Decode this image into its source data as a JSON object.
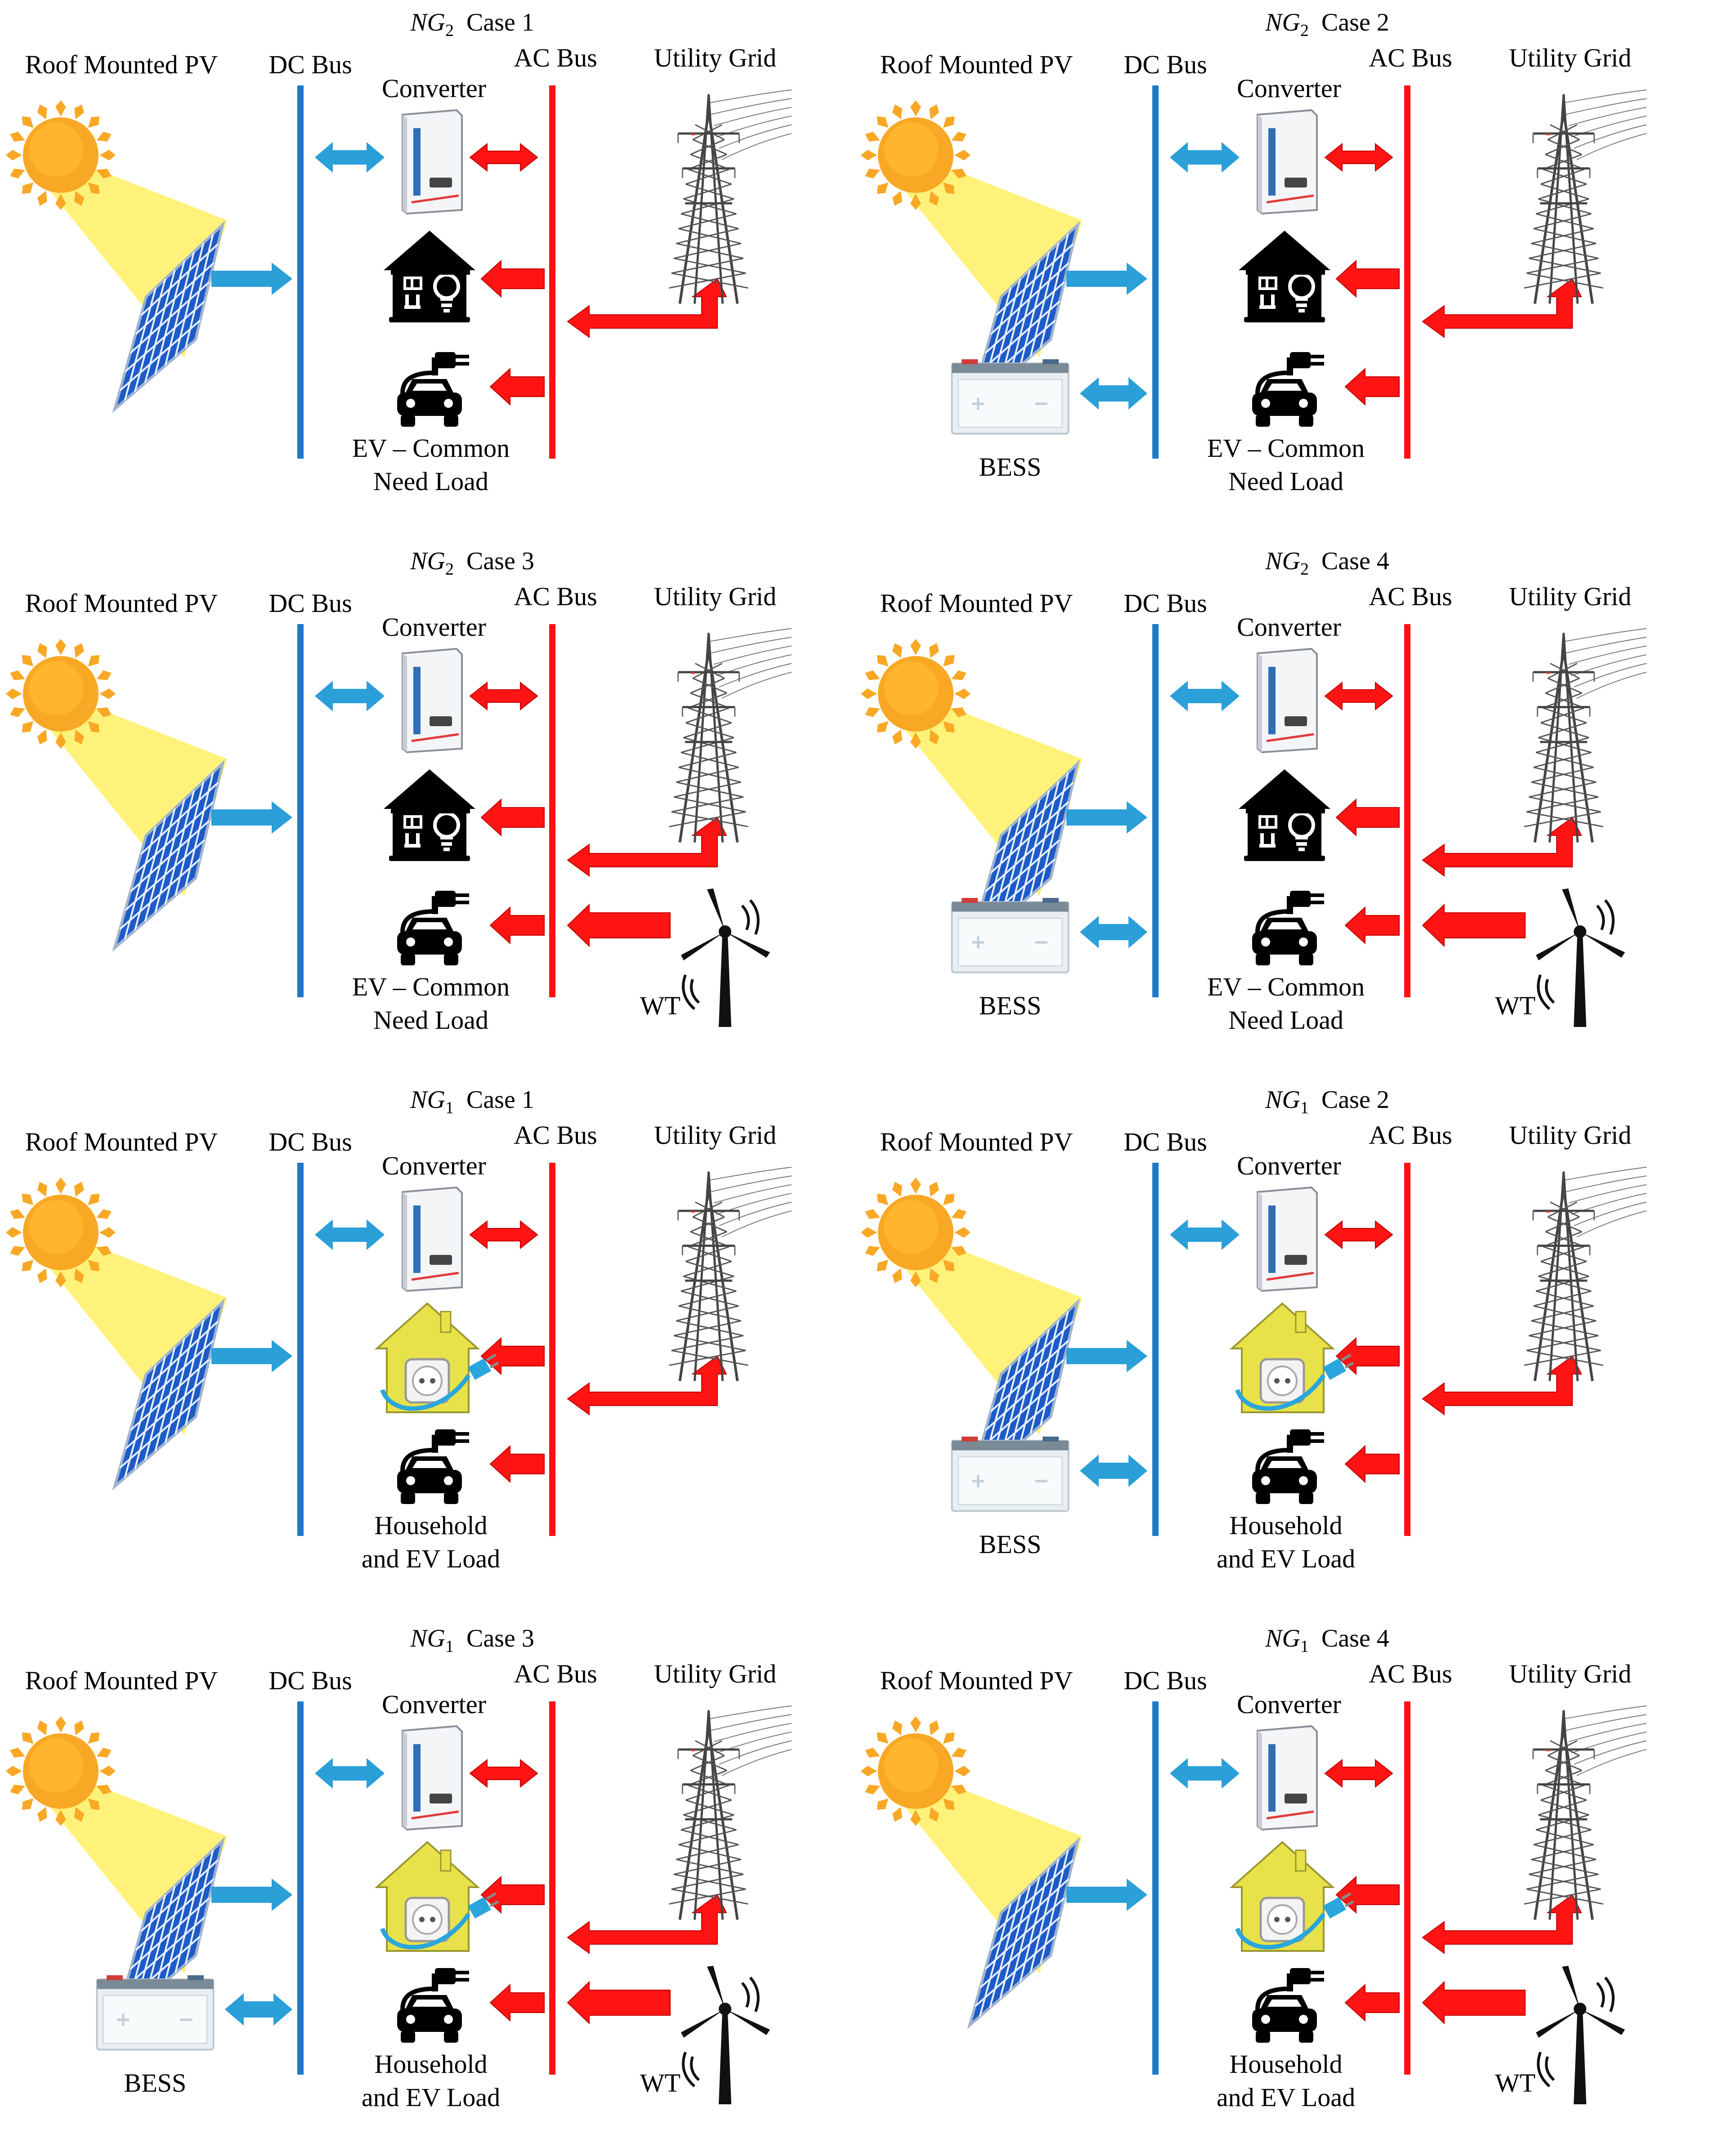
{
  "colors": {
    "dc_bus": "#1f78c8",
    "ac_bus": "#ff1010",
    "blue_arrow": "#2a9fd8",
    "red_arrow": "#ff1414",
    "sun": "#f9a825",
    "sun_beam": "#fff27a",
    "pv_panel": "#1e5bc6",
    "house_icon": "#000000",
    "socket_house": "#e8e24a",
    "plug": "#2aa6dc"
  },
  "panels": [
    {
      "title": {
        "ng": "NG",
        "sub": "2",
        "case": "Case 1"
      },
      "pv_label": "Roof Mounted PV",
      "dc_label": "DC Bus",
      "ac_label": "AC Bus",
      "grid_label": "Utility Grid",
      "converter_label": "Converter",
      "load_label": "EV – Common\nNeed Load",
      "load_icon": "house-appliances-icon",
      "has_bess": false,
      "has_wt": false
    },
    {
      "title": {
        "ng": "NG",
        "sub": "2",
        "case": "Case 2"
      },
      "pv_label": "Roof Mounted PV",
      "dc_label": "DC Bus",
      "ac_label": "AC Bus",
      "grid_label": "Utility Grid",
      "converter_label": "Converter",
      "load_label": "EV – Common\nNeed Load",
      "load_icon": "house-appliances-icon",
      "has_bess": true,
      "bess_label": "BESS",
      "has_wt": false
    },
    {
      "title": {
        "ng": "NG",
        "sub": "2",
        "case": "Case 3"
      },
      "pv_label": "Roof Mounted PV",
      "dc_label": "DC Bus",
      "ac_label": "AC Bus",
      "grid_label": "Utility Grid",
      "converter_label": "Converter",
      "load_label": "EV – Common\nNeed Load",
      "load_icon": "house-appliances-icon",
      "has_bess": false,
      "has_wt": true,
      "wt_label": "WT"
    },
    {
      "title": {
        "ng": "NG",
        "sub": "2",
        "case": "Case 4"
      },
      "pv_label": "Roof Mounted PV",
      "dc_label": "DC Bus",
      "ac_label": "AC Bus",
      "grid_label": "Utility Grid",
      "converter_label": "Converter",
      "load_label": "EV – Common\nNeed Load",
      "load_icon": "house-appliances-icon",
      "has_bess": true,
      "bess_label": "BESS",
      "has_wt": true,
      "wt_label": "WT"
    },
    {
      "title": {
        "ng": "NG",
        "sub": "1",
        "case": "Case 1"
      },
      "pv_label": "Roof Mounted PV",
      "dc_label": "DC Bus",
      "ac_label": "AC Bus",
      "grid_label": "Utility Grid",
      "converter_label": "Converter",
      "load_label": "Household\nand EV Load",
      "load_icon": "socket-house-icon",
      "has_bess": false,
      "has_wt": false
    },
    {
      "title": {
        "ng": "NG",
        "sub": "1",
        "case": "Case 2"
      },
      "pv_label": "Roof Mounted PV",
      "dc_label": "DC Bus",
      "ac_label": "AC Bus",
      "grid_label": "Utility Grid",
      "converter_label": "Converter",
      "load_label": "Household\nand EV Load",
      "load_icon": "socket-house-icon",
      "has_bess": true,
      "bess_label": "BESS",
      "has_wt": false
    },
    {
      "title": {
        "ng": "NG",
        "sub": "1",
        "case": "Case 3"
      },
      "pv_label": "Roof Mounted PV",
      "dc_label": "DC Bus",
      "ac_label": "AC Bus",
      "grid_label": "Utility Grid",
      "converter_label": "Converter",
      "load_label": "Household\nand EV Load",
      "load_icon": "socket-house-icon",
      "has_bess": true,
      "bess_label": "BESS",
      "has_wt": true,
      "wt_label": "WT"
    },
    {
      "title": {
        "ng": "NG",
        "sub": "1",
        "case": "Case 4"
      },
      "pv_label": "Roof Mounted PV",
      "dc_label": "DC Bus",
      "ac_label": "AC Bus",
      "grid_label": "Utility Grid",
      "converter_label": "Converter",
      "load_label": "Household\nand EV Load",
      "load_icon": "socket-house-icon",
      "has_bess": false,
      "has_wt": true,
      "wt_label": "WT"
    }
  ]
}
